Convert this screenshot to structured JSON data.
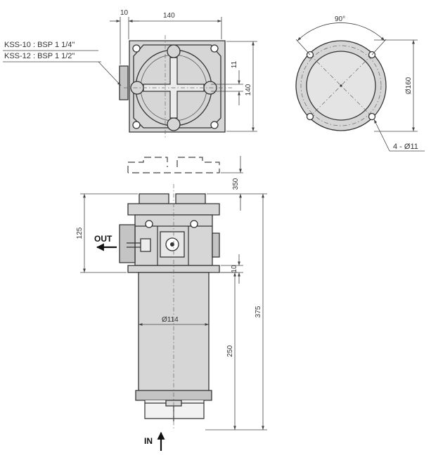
{
  "callouts": {
    "kss10": "KSS-10 : BSP 1 1/4\"",
    "kss12": "KSS-12 : BSP 1 1/2\"",
    "holes": "4 - Ø11"
  },
  "dimensions": {
    "top_left_offset": "10",
    "top_width": "140",
    "top_height": "140",
    "top_rib": "11",
    "bolt_angle": "90°",
    "bolt_circle": "Ø160",
    "removal_clearance": "350",
    "head_height": "125",
    "flange_thickness": "10",
    "overall_height": "375",
    "bowl_diameter": "Ø114",
    "bowl_height": "250"
  },
  "ports": {
    "out": "OUT",
    "in": "IN"
  }
}
